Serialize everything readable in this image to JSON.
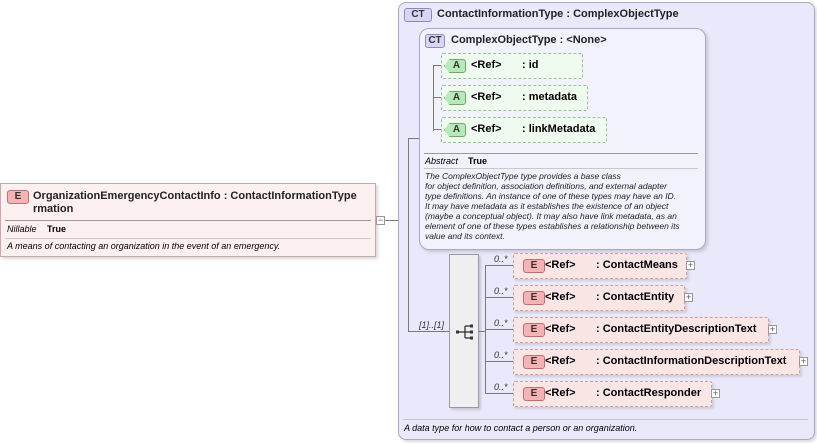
{
  "left_element": {
    "badge": "E",
    "title_line1": "OrganizationEmergencyContactInfo : ContactInformationType",
    "title_line2": "rmation",
    "nillable_label": "Nillable",
    "nillable_value": "True",
    "documentation": "A means of contacting an organization in the event of an emergency."
  },
  "collapse_toggle": "−",
  "outer_type": {
    "badge": "CT",
    "title": "ContactInformationType : ComplexObjectType",
    "documentation": "A data type for how to contact a person or an organization."
  },
  "inner_type": {
    "badge": "CT",
    "title": "ComplexObjectType : <None>",
    "abstract_label": "Abstract",
    "abstract_value": "True",
    "documentation_lines": [
      "The ComplexObjectType type provides a base class",
      "for object definition, association definitions, and external adapter",
      "type definitions. An instance of one of these types may have an ID.",
      "It may have metadata as it establishes the existence of an object",
      "(maybe a conceptual object). It may also have link metadata, as an",
      "element of one of these types establishes a relationship between its",
      "value and its context."
    ],
    "attributes": [
      {
        "badge": "A",
        "ref": "<Ref>",
        "name": ": id"
      },
      {
        "badge": "A",
        "ref": "<Ref>",
        "name": ": metadata"
      },
      {
        "badge": "A",
        "ref": "<Ref>",
        "name": ": linkMetadata"
      }
    ]
  },
  "sequence": {
    "occurrence": "[1]..[1]",
    "elements": [
      {
        "occurrence": "0..*",
        "badge": "E",
        "ref": "<Ref>",
        "name": ": ContactMeans",
        "expand": "+"
      },
      {
        "occurrence": "0..*",
        "badge": "E",
        "ref": "<Ref>",
        "name": ": ContactEntity",
        "expand": "+"
      },
      {
        "occurrence": "0..*",
        "badge": "E",
        "ref": "<Ref>",
        "name": ": ContactEntityDescriptionText",
        "expand": "+"
      },
      {
        "occurrence": "0..*",
        "badge": "E",
        "ref": "<Ref>",
        "name": ": ContactInformationDescriptionText",
        "expand": "+"
      },
      {
        "occurrence": "0..*",
        "badge": "E",
        "ref": "<Ref>",
        "name": ": ContactResponder",
        "expand": "+"
      }
    ]
  }
}
